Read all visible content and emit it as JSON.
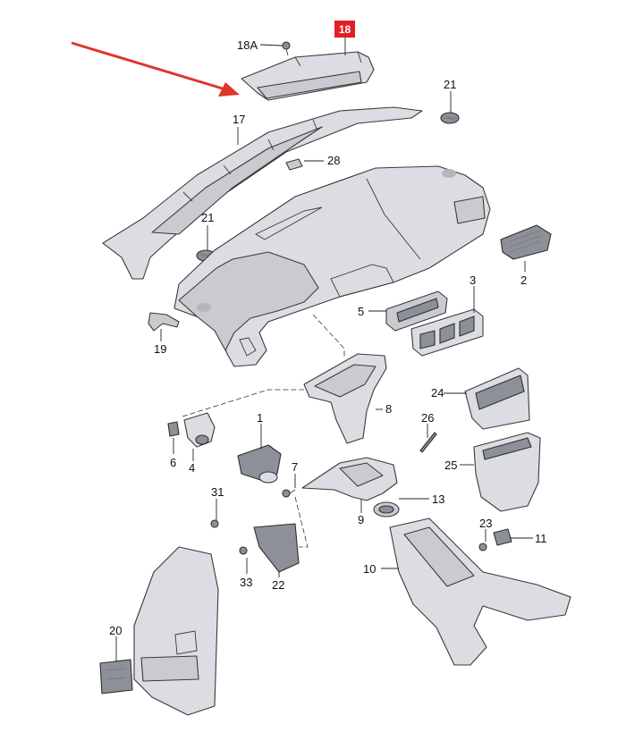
{
  "highlight_color": "#e31e24",
  "arrow_color": "#e0352b",
  "parts": {
    "p1": "1",
    "p2": "2",
    "p3": "3",
    "p4": "4",
    "p5": "5",
    "p6": "6",
    "p7": "7",
    "p8": "8",
    "p9": "9",
    "p10": "10",
    "p11": "11",
    "p13": "13",
    "p17": "17",
    "p18": "18",
    "p18a": "18A",
    "p19": "19",
    "p20": "20",
    "p21a": "21",
    "p21b": "21",
    "p22": "22",
    "p23": "23",
    "p24": "24",
    "p25": "25",
    "p26": "26",
    "p28": "28",
    "p31": "31",
    "p33": "33"
  }
}
